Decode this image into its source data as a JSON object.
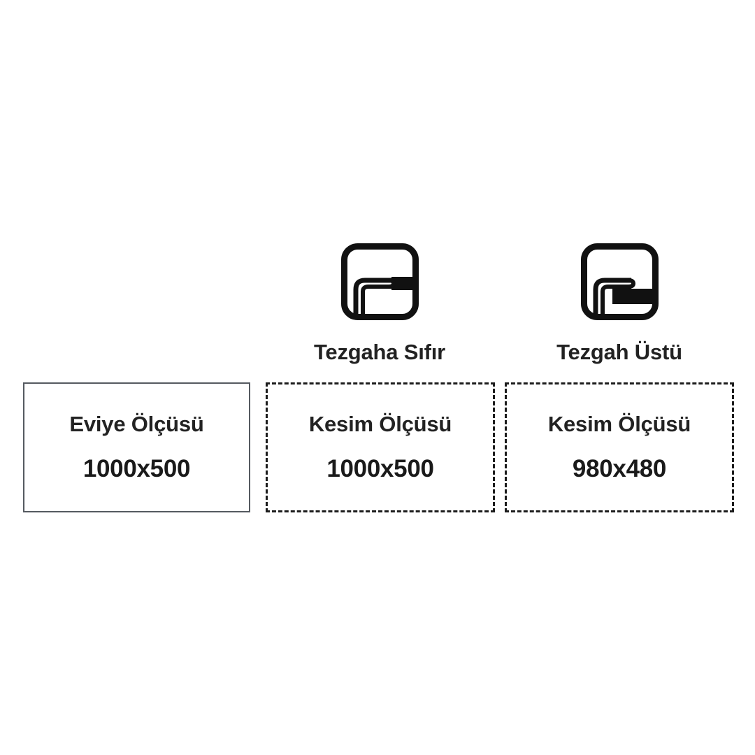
{
  "page": {
    "background_color": "#ffffff",
    "text_color": "#222222",
    "accent_color": "#1a1a1a"
  },
  "options": [
    {
      "id": "tezgaha-sifir",
      "caption": "Tezgaha Sıfır",
      "icon": "sink-flush-mount-icon",
      "box": {
        "title": "Kesim Ölçüsü",
        "value": "1000x500",
        "border_style": "dashed",
        "border_color": "#1c1c1c"
      }
    },
    {
      "id": "tezgah-ustu",
      "caption": "Tezgah Üstü",
      "icon": "sink-top-mount-icon",
      "box": {
        "title": "Kesim Ölçüsü",
        "value": "980x480",
        "border_style": "dashed",
        "border_color": "#1c1c1c"
      }
    }
  ],
  "sink_box": {
    "title": "Eviye Ölçüsü",
    "value": "1000x500",
    "border_style": "solid",
    "border_color": "#555a60"
  }
}
